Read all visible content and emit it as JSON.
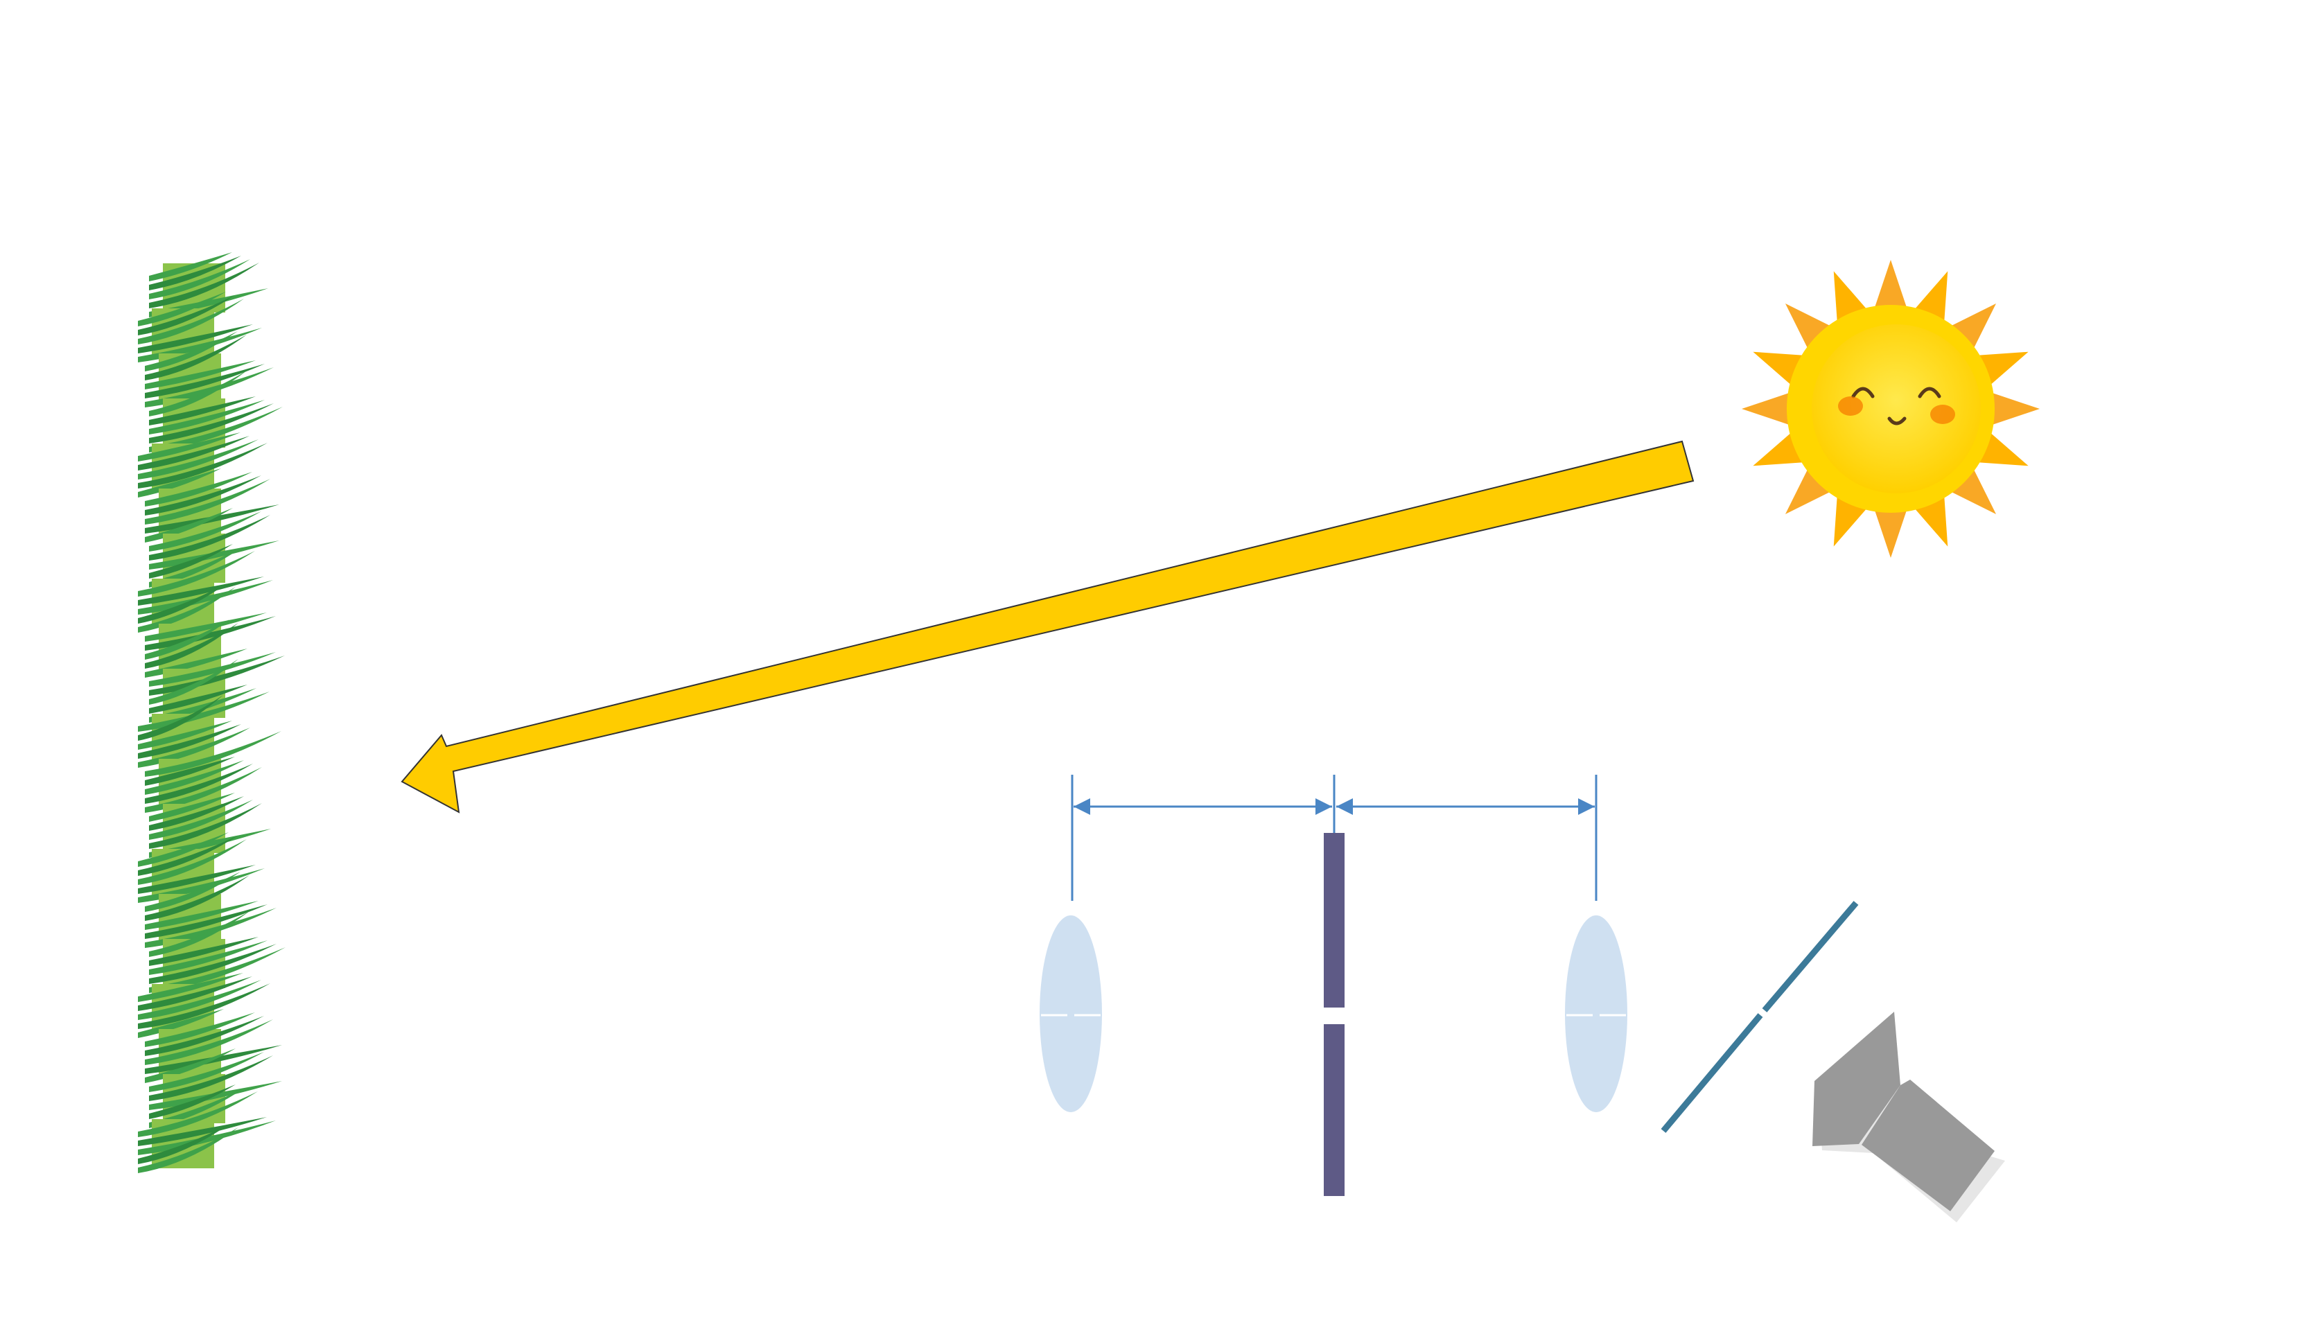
{
  "colors": {
    "background": "#ffffff",
    "grass_dark": "#2e8b3d",
    "grass_light": "#8bc34a",
    "sun_ray": "#f9a825",
    "sun_body": "#ffd600",
    "sun_cheek": "#f57c00",
    "arrow_fill": "#ffcc00",
    "arrow_stroke": "#333333",
    "dimension_line": "#4a86c5",
    "lens_fill": "#cfe0f1",
    "slit_plate": "#5e5a86",
    "mirror": "#3c7a99",
    "camera_body": "#999999",
    "camera_shadow": "#e6e6e6"
  },
  "icons": {
    "grass": "grass-strip-icon",
    "sun": "smiling-sun-icon",
    "camera": "camera-sensor-icon"
  },
  "components": [
    "grass-target",
    "sun-source",
    "sunlight-arrow",
    "dimension-markers",
    "lens-left",
    "slit-plate",
    "lens-right",
    "fold-mirror",
    "camera-detector"
  ]
}
